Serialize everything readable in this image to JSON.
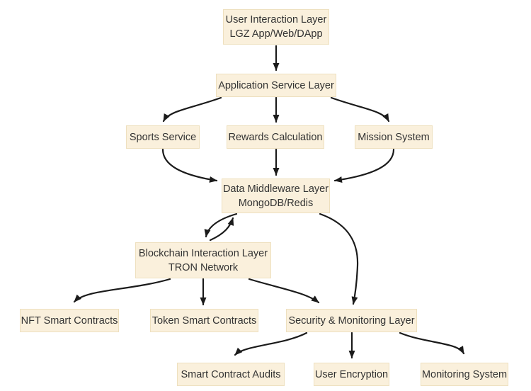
{
  "diagram": {
    "type": "flowchart",
    "direction": "top-down",
    "colors": {
      "node_fill": "#faf0dc",
      "node_border": "#eee0bf",
      "node_text": "#333333",
      "arrow": "#1b1b1b",
      "background": "#ffffff"
    },
    "nodes": [
      {
        "id": "user-interaction",
        "lines": [
          "User Interaction Layer",
          "LGZ App/Web/DApp"
        ]
      },
      {
        "id": "app-service",
        "lines": [
          "Application Service Layer"
        ]
      },
      {
        "id": "sports",
        "lines": [
          "Sports Service"
        ]
      },
      {
        "id": "rewards",
        "lines": [
          "Rewards Calculation"
        ]
      },
      {
        "id": "mission",
        "lines": [
          "Mission System"
        ]
      },
      {
        "id": "middleware",
        "lines": [
          "Data Middleware Layer",
          "MongoDB/Redis"
        ]
      },
      {
        "id": "blockchain",
        "lines": [
          "Blockchain Interaction Layer",
          "TRON Network"
        ]
      },
      {
        "id": "nft",
        "lines": [
          "NFT Smart Contracts"
        ]
      },
      {
        "id": "token",
        "lines": [
          "Token Smart Contracts"
        ]
      },
      {
        "id": "security",
        "lines": [
          "Security & Monitoring Layer"
        ]
      },
      {
        "id": "audits",
        "lines": [
          "Smart Contract Audits"
        ]
      },
      {
        "id": "encryption",
        "lines": [
          "User Encryption"
        ]
      },
      {
        "id": "monitoring",
        "lines": [
          "Monitoring System"
        ]
      }
    ],
    "edges": [
      {
        "from": "user-interaction",
        "to": "app-service"
      },
      {
        "from": "app-service",
        "to": "sports"
      },
      {
        "from": "app-service",
        "to": "rewards"
      },
      {
        "from": "app-service",
        "to": "mission"
      },
      {
        "from": "sports",
        "to": "middleware"
      },
      {
        "from": "rewards",
        "to": "middleware"
      },
      {
        "from": "mission",
        "to": "middleware"
      },
      {
        "from": "middleware",
        "to": "blockchain"
      },
      {
        "from": "blockchain",
        "to": "middleware"
      },
      {
        "from": "middleware",
        "to": "security"
      },
      {
        "from": "blockchain",
        "to": "nft"
      },
      {
        "from": "blockchain",
        "to": "token"
      },
      {
        "from": "blockchain",
        "to": "security"
      },
      {
        "from": "security",
        "to": "audits"
      },
      {
        "from": "security",
        "to": "encryption"
      },
      {
        "from": "security",
        "to": "monitoring"
      }
    ]
  }
}
